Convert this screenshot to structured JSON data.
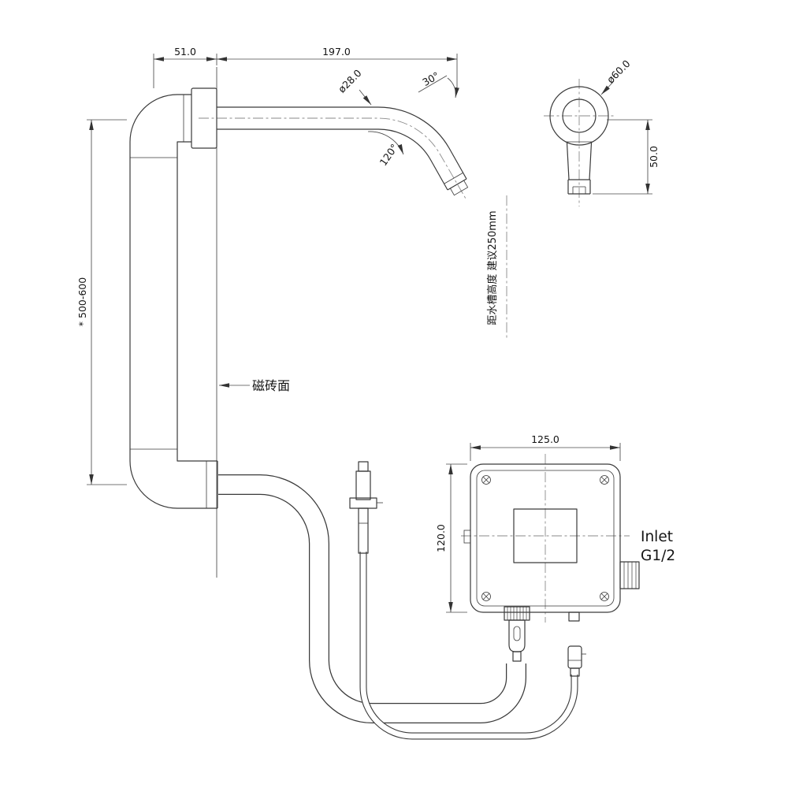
{
  "drawing": {
    "dims": {
      "wall_offset": "51.0",
      "spout_reach": "197.0",
      "spout_diameter": "ø28.0",
      "tip_angle": "30°",
      "bend_angle": "120°",
      "escutcheon_diameter": "ø60.0",
      "escutcheon_drop": "50.0",
      "supply_height": "* 500-600",
      "box_width": "125.0",
      "box_height": "120.0"
    },
    "labels": {
      "sink_clearance_note": "距水槽高度 建议250mm",
      "tile_surface": "磁砖面",
      "inlet_line1": "Inlet",
      "inlet_line2": "G1/2"
    }
  }
}
